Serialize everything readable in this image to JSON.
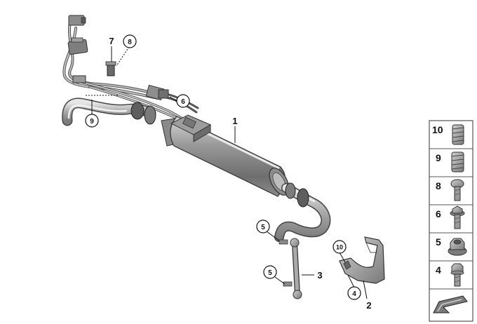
{
  "callouts": [
    {
      "id": "c1",
      "text": "1",
      "circled": false
    },
    {
      "id": "c2",
      "text": "2",
      "circled": false
    },
    {
      "id": "c3",
      "text": "3",
      "circled": false
    },
    {
      "id": "c4",
      "text": "4",
      "circled": true
    },
    {
      "id": "c5a",
      "text": "5",
      "circled": true
    },
    {
      "id": "c5b",
      "text": "5",
      "circled": true
    },
    {
      "id": "c6",
      "text": "6",
      "circled": true
    },
    {
      "id": "c7",
      "text": "7",
      "circled": false
    },
    {
      "id": "c8",
      "text": "8",
      "circled": true
    },
    {
      "id": "c9",
      "text": "9",
      "circled": true
    },
    {
      "id": "c10",
      "text": "10",
      "circled": true
    }
  ],
  "parts_panel": {
    "items": [
      {
        "number": "10",
        "icon": "threaded-insert-icon"
      },
      {
        "number": "9",
        "icon": "threaded-insert-icon"
      },
      {
        "number": "8",
        "icon": "torx-screw-icon"
      },
      {
        "number": "6",
        "icon": "flange-bolt-icon"
      },
      {
        "number": "5",
        "icon": "flange-nut-icon"
      },
      {
        "number": "4",
        "icon": "hex-bolt-icon"
      }
    ],
    "footer_icon": "reference-arrow-icon"
  }
}
